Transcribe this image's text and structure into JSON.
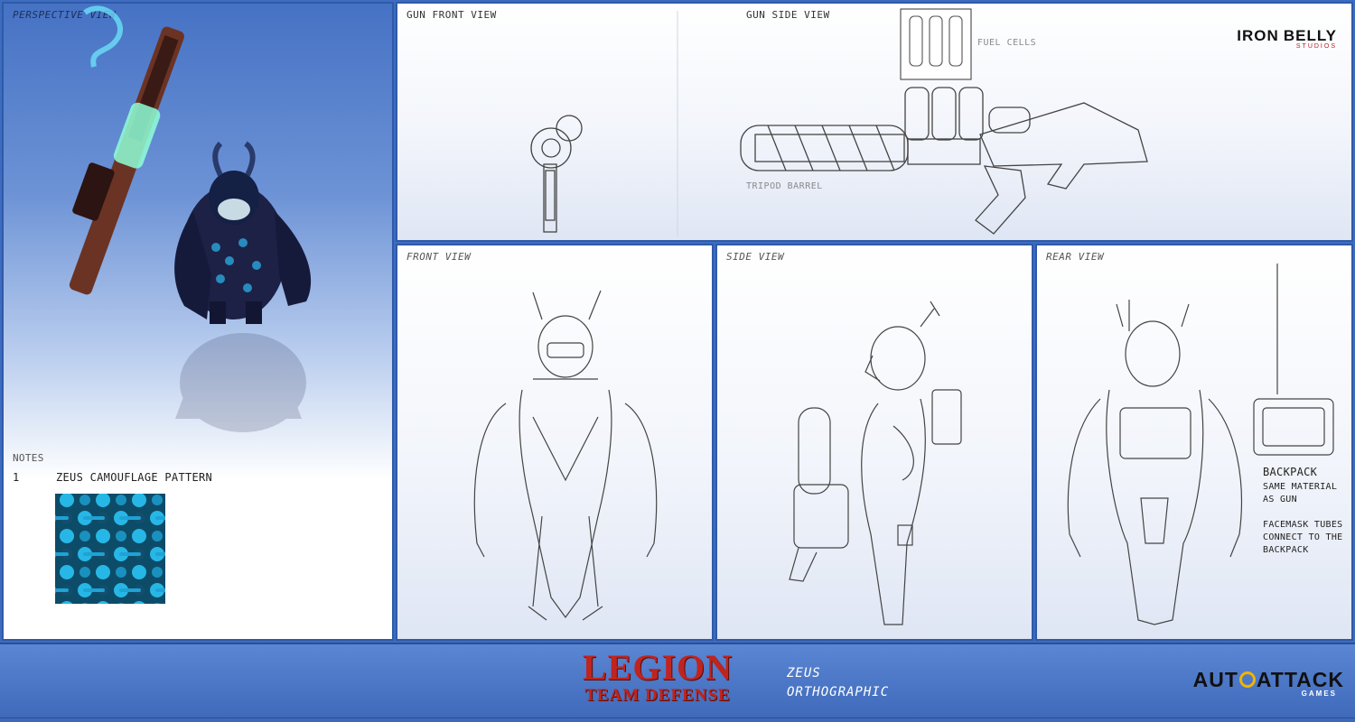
{
  "perspective_panel": {
    "title": "PERSPECTIVE VIEW",
    "notes_heading": "NOTES",
    "note_number": "1",
    "note_text": "ZEUS CAMOUFLAGE PATTERN"
  },
  "gun_front_panel": {
    "title": "GUN FRONT VIEW"
  },
  "gun_side_panel": {
    "title": "GUN SIDE VIEW",
    "fuel_cells_label": "FUEL CELLS",
    "tripod_barrel_label": "TRIPOD BARREL",
    "studio_logo": {
      "word1": "IRON",
      "word2": "BELLY",
      "subtitle": "STUDIOS",
      "accent": "#b81e1e"
    }
  },
  "front_view_panel": {
    "title": "FRONT VIEW"
  },
  "side_view_panel": {
    "title": "SIDE VIEW"
  },
  "rear_view_panel": {
    "title": "REAR VIEW",
    "backpack_heading": "BACKPACK",
    "backpack_line1": "SAME MATERIAL",
    "backpack_line2": "AS GUN",
    "tubes_line1": "FACEMASK TUBES",
    "tubes_line2": "CONNECT TO THE",
    "tubes_line3": "BACKPACK"
  },
  "footer": {
    "game_title_line1": "LEGION",
    "game_title_line2": "TEAM DEFENSE",
    "character_name": "ZEUS",
    "sheet_type": "ORTHOGRAPHIC",
    "publisher_logo": {
      "text_left": "AUT",
      "text_right": "ATTACK",
      "subtitle": "GAMES",
      "accent": "#f0b400"
    }
  },
  "colors": {
    "panel_border": "#2f5aa8",
    "sky_blue": "#4a78c8",
    "camo_cyan": "#27b7e6",
    "title_red": "#c0241e"
  }
}
